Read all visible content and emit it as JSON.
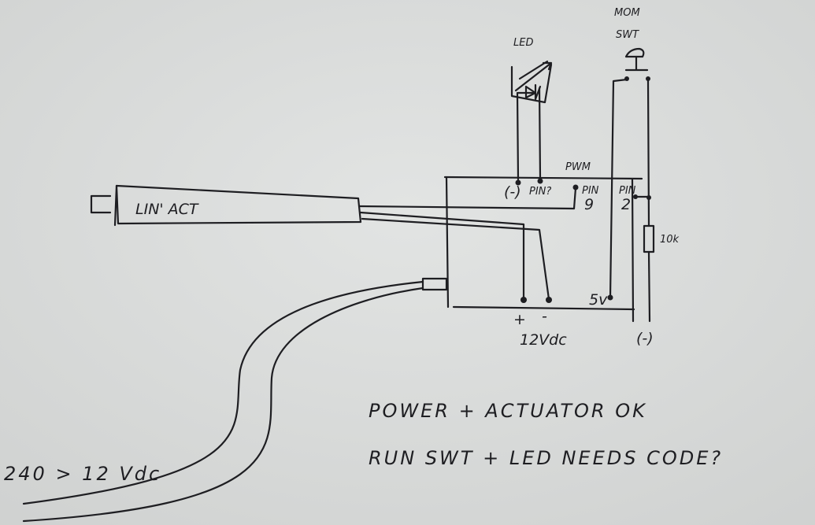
{
  "colors": {
    "paper": "#dadcdb",
    "ink": "#1e1e22"
  },
  "components": {
    "actuator": {
      "label": "LIN' ACT"
    },
    "led": {
      "label": "LED"
    },
    "switch": {
      "label_line1": "MOM",
      "label_line2": "SWT"
    },
    "resistor": {
      "label": "10k"
    },
    "board": {
      "pwm_label": "PWM",
      "led_neg_label": "(-)",
      "led_pin_label": "PIN?",
      "pin9_label_line1": "PIN",
      "pin9_label_line2": "9",
      "pin2_label_line1": "PIN",
      "pin2_label_line2": "2",
      "five_volt_label": "5v",
      "plus_label": "+",
      "minus_label": "-",
      "supply_label": "12Vdc",
      "ground_label": "(-)"
    },
    "power_supply": {
      "label": "240 > 12 Vdc"
    }
  },
  "notes": {
    "line1": "POWER + ACTUATOR OK",
    "line2": "RUN SWT + LED NEEDS CODE?"
  }
}
